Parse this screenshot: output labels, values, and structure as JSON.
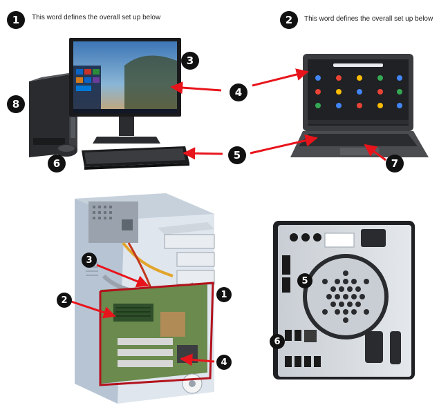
{
  "header": {
    "left": {
      "number": "1",
      "caption": "This word defines the overall set up below"
    },
    "right": {
      "number": "2",
      "caption": "This word defines the overall set up below"
    }
  },
  "desktop": {
    "callouts": [
      "3",
      "4",
      "5",
      "6",
      "8"
    ]
  },
  "laptop": {
    "callouts": [
      "7"
    ]
  },
  "internals": {
    "callouts": [
      "1",
      "2",
      "3",
      "4"
    ]
  },
  "rear_panel": {
    "callouts": [
      "5",
      "6"
    ]
  },
  "colors": {
    "arrow": "#e8141b",
    "badge": "#111111",
    "outline": "#b3121c"
  }
}
